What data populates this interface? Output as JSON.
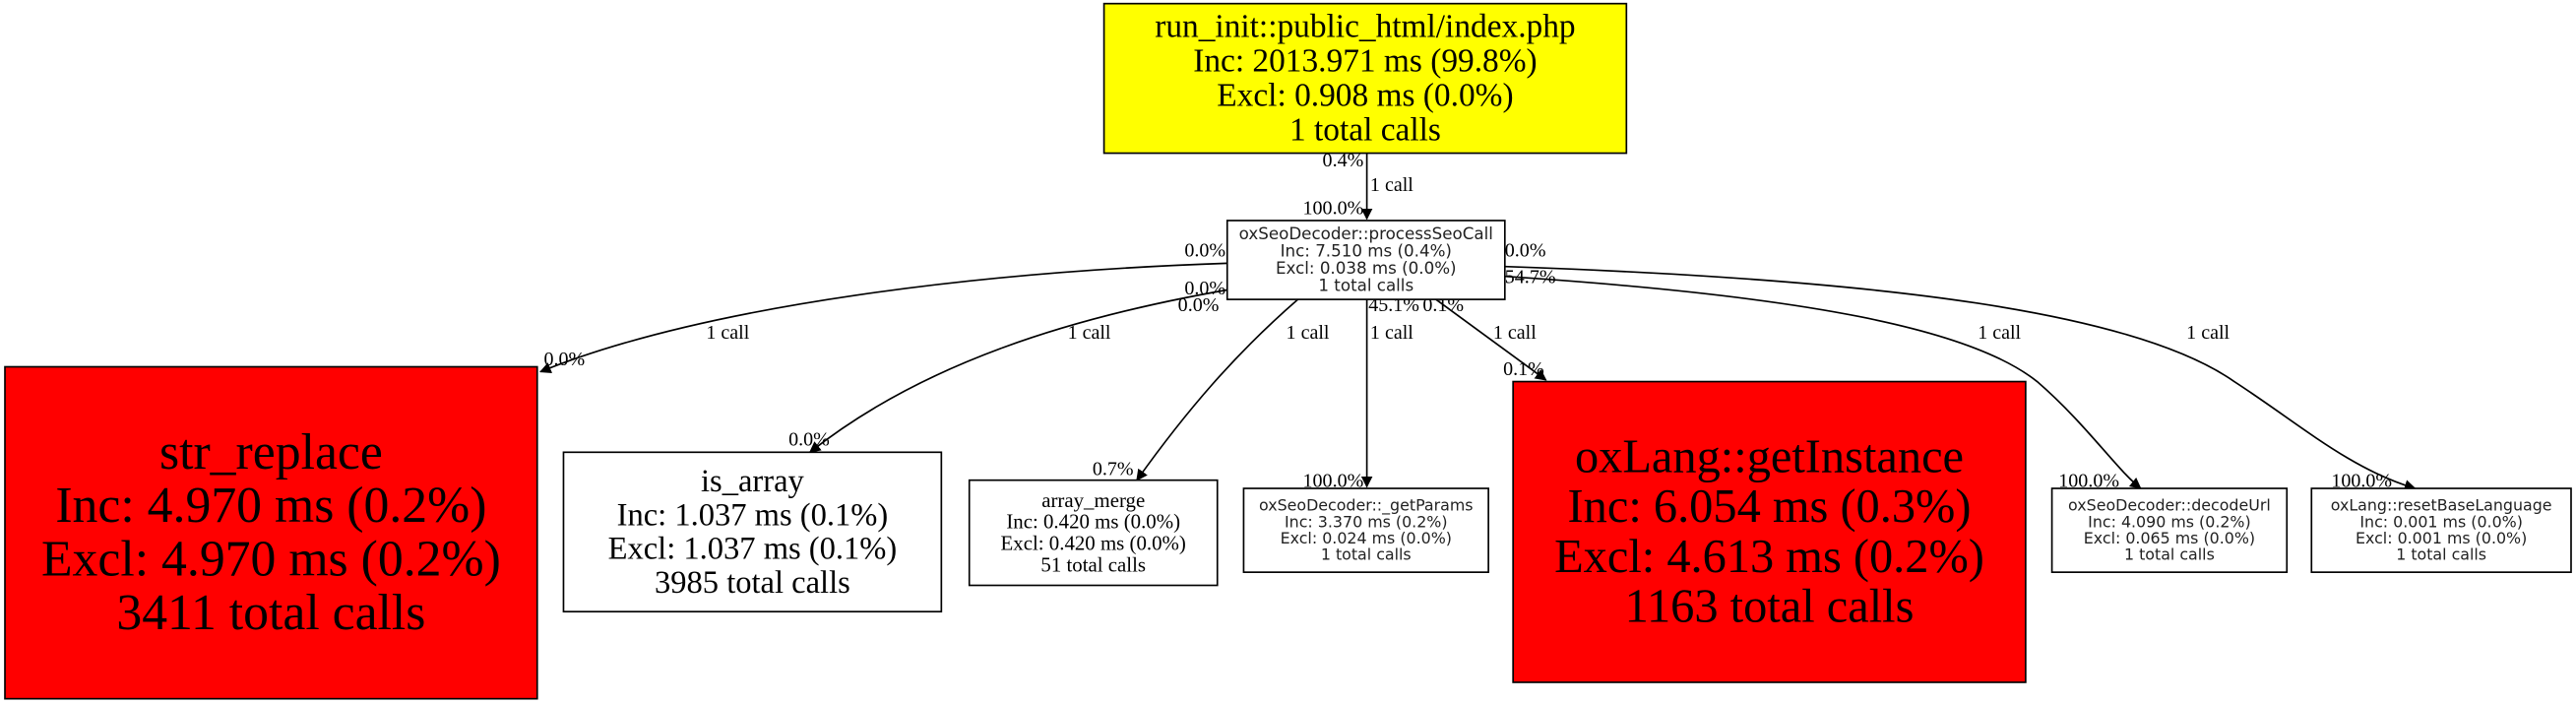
{
  "colors": {
    "hot": "#ff0000",
    "root": "#ffff00",
    "normal": "#ffffff",
    "edge": "#000000"
  },
  "nodes": [
    {
      "id": "root",
      "lines": [
        "run_init::public_html/index.php",
        "Inc: 2013.971 ms (99.8%)",
        "Excl: 0.908 ms (0.0%)",
        "1 total calls"
      ],
      "fill": "#ffff00"
    },
    {
      "id": "processSeoCall",
      "lines": [
        "oxSeoDecoder::processSeoCall",
        "Inc: 7.510 ms (0.4%)",
        "Excl: 0.038 ms (0.0%)",
        "1 total calls"
      ],
      "fill": "#ffffff"
    },
    {
      "id": "str_replace",
      "lines": [
        "str_replace",
        "Inc: 4.970 ms (0.2%)",
        "Excl: 4.970 ms (0.2%)",
        "3411 total calls"
      ],
      "fill": "#ff0000"
    },
    {
      "id": "is_array",
      "lines": [
        "is_array",
        "Inc: 1.037 ms (0.1%)",
        "Excl: 1.037 ms (0.1%)",
        "3985 total calls"
      ],
      "fill": "#ffffff"
    },
    {
      "id": "array_merge",
      "lines": [
        "array_merge",
        "Inc: 0.420 ms (0.0%)",
        "Excl: 0.420 ms (0.0%)",
        "51 total calls"
      ],
      "fill": "#ffffff"
    },
    {
      "id": "getParams",
      "lines": [
        "oxSeoDecoder::_getParams",
        "Inc: 3.370 ms (0.2%)",
        "Excl: 0.024 ms (0.0%)",
        "1 total calls"
      ],
      "fill": "#ffffff"
    },
    {
      "id": "getInstance",
      "lines": [
        "oxLang::getInstance",
        "Inc: 6.054 ms (0.3%)",
        "Excl: 4.613 ms (0.2%)",
        "1163 total calls"
      ],
      "fill": "#ff0000"
    },
    {
      "id": "decodeUrl",
      "lines": [
        "oxSeoDecoder::decodeUrl",
        "Inc: 4.090 ms (0.2%)",
        "Excl: 0.065 ms (0.0%)",
        "1 total calls"
      ],
      "fill": "#ffffff"
    },
    {
      "id": "resetBaseLanguage",
      "lines": [
        "oxLang::resetBaseLanguage",
        "Inc: 0.001 ms (0.0%)",
        "Excl: 0.001 ms (0.0%)",
        "1 total calls"
      ],
      "fill": "#ffffff"
    }
  ],
  "edges": [
    {
      "from": "root",
      "to": "processSeoCall",
      "calls": "1 call",
      "src_pct": "0.4%",
      "dst_pct": "100.0%"
    },
    {
      "from": "processSeoCall",
      "to": "str_replace",
      "calls": "1 call",
      "src_pct": "0.0%",
      "dst_pct": "0.0%"
    },
    {
      "from": "processSeoCall",
      "to": "is_array",
      "calls": "1 call",
      "src_pct": "0.0%",
      "dst_pct": "0.0%"
    },
    {
      "from": "processSeoCall",
      "to": "array_merge",
      "calls": "1 call",
      "src_pct": "0.0%",
      "dst_pct": "0.7%"
    },
    {
      "from": "processSeoCall",
      "to": "getParams",
      "calls": "1 call",
      "src_pct": "45.1%",
      "dst_pct": "100.0%"
    },
    {
      "from": "processSeoCall",
      "to": "getInstance",
      "calls": "1 call",
      "src_pct": "0.1%",
      "dst_pct": "0.1%"
    },
    {
      "from": "processSeoCall",
      "to": "decodeUrl",
      "calls": "1 call",
      "src_pct": "54.7%",
      "dst_pct": "100.0%"
    },
    {
      "from": "processSeoCall",
      "to": "resetBaseLanguage",
      "calls": "1 call",
      "src_pct": "0.0%",
      "dst_pct": "100.0%"
    }
  ]
}
